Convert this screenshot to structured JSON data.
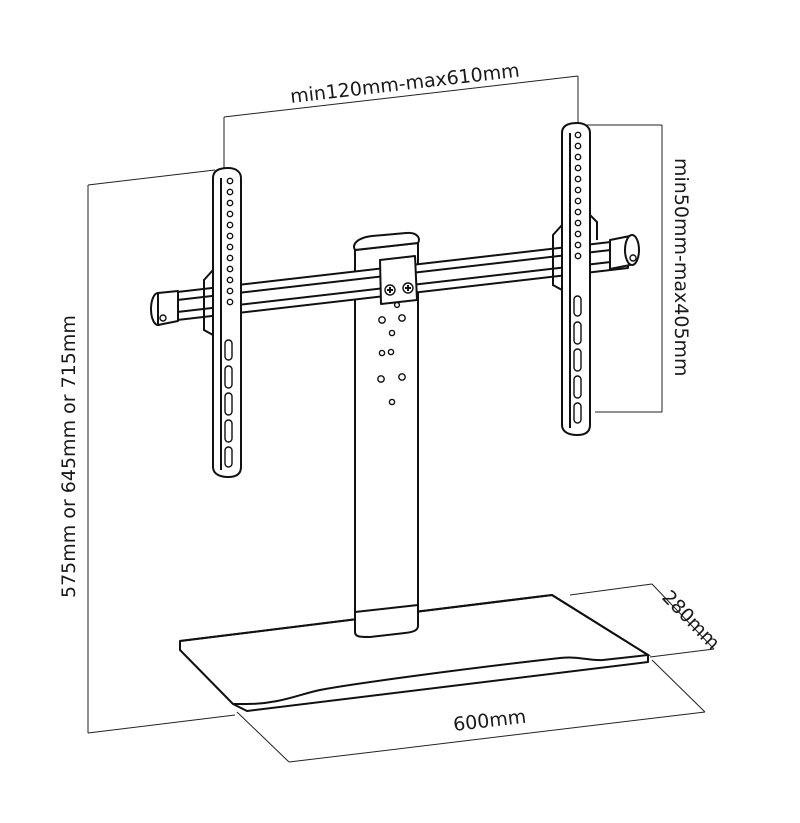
{
  "dimensions": {
    "width_range": "min120mm-max610mm",
    "height_range": "min50mm-max405mm",
    "total_height": "575mm or 645mm or 715mm",
    "base_width": "600mm",
    "base_depth": "280mm"
  },
  "colors": {
    "line": "#111111",
    "background": "#ffffff"
  }
}
